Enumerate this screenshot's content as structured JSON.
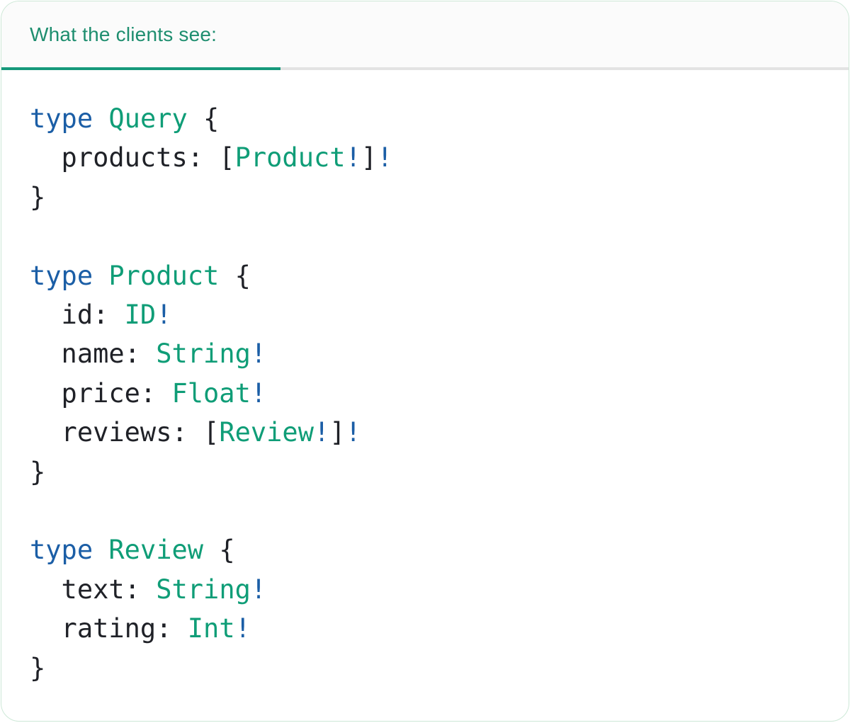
{
  "tab": {
    "label": "What the clients see:"
  },
  "colors": {
    "title": "#1e8e6f",
    "underline": "#16997b",
    "headerBg": "#fbfbfb",
    "headerRule": "#e3e3e3",
    "cardBorder": "#cde8d7",
    "keyword": "#1b5ea6",
    "type": "#0f9d77",
    "punct": "#1f2127",
    "bang": "#1b5ea6"
  },
  "code": {
    "language": "graphql",
    "lines": [
      [
        {
          "t": "type",
          "c": "keyword"
        },
        {
          "t": " ",
          "c": "punct"
        },
        {
          "t": "Query",
          "c": "type"
        },
        {
          "t": " {",
          "c": "punct"
        }
      ],
      [
        {
          "t": "  products: [",
          "c": "punct"
        },
        {
          "t": "Product",
          "c": "type"
        },
        {
          "t": "!",
          "c": "bang"
        },
        {
          "t": "]",
          "c": "punct"
        },
        {
          "t": "!",
          "c": "bang"
        }
      ],
      [
        {
          "t": "}",
          "c": "punct"
        }
      ],
      [],
      [
        {
          "t": "type",
          "c": "keyword"
        },
        {
          "t": " ",
          "c": "punct"
        },
        {
          "t": "Product",
          "c": "type"
        },
        {
          "t": " {",
          "c": "punct"
        }
      ],
      [
        {
          "t": "  id: ",
          "c": "punct"
        },
        {
          "t": "ID",
          "c": "type"
        },
        {
          "t": "!",
          "c": "bang"
        }
      ],
      [
        {
          "t": "  name: ",
          "c": "punct"
        },
        {
          "t": "String",
          "c": "type"
        },
        {
          "t": "!",
          "c": "bang"
        }
      ],
      [
        {
          "t": "  price: ",
          "c": "punct"
        },
        {
          "t": "Float",
          "c": "type"
        },
        {
          "t": "!",
          "c": "bang"
        }
      ],
      [
        {
          "t": "  reviews: [",
          "c": "punct"
        },
        {
          "t": "Review",
          "c": "type"
        },
        {
          "t": "!",
          "c": "bang"
        },
        {
          "t": "]",
          "c": "punct"
        },
        {
          "t": "!",
          "c": "bang"
        }
      ],
      [
        {
          "t": "}",
          "c": "punct"
        }
      ],
      [],
      [
        {
          "t": "type",
          "c": "keyword"
        },
        {
          "t": " ",
          "c": "punct"
        },
        {
          "t": "Review",
          "c": "type"
        },
        {
          "t": " {",
          "c": "punct"
        }
      ],
      [
        {
          "t": "  text: ",
          "c": "punct"
        },
        {
          "t": "String",
          "c": "type"
        },
        {
          "t": "!",
          "c": "bang"
        }
      ],
      [
        {
          "t": "  rating: ",
          "c": "punct"
        },
        {
          "t": "Int",
          "c": "type"
        },
        {
          "t": "!",
          "c": "bang"
        }
      ],
      [
        {
          "t": "}",
          "c": "punct"
        }
      ]
    ]
  }
}
